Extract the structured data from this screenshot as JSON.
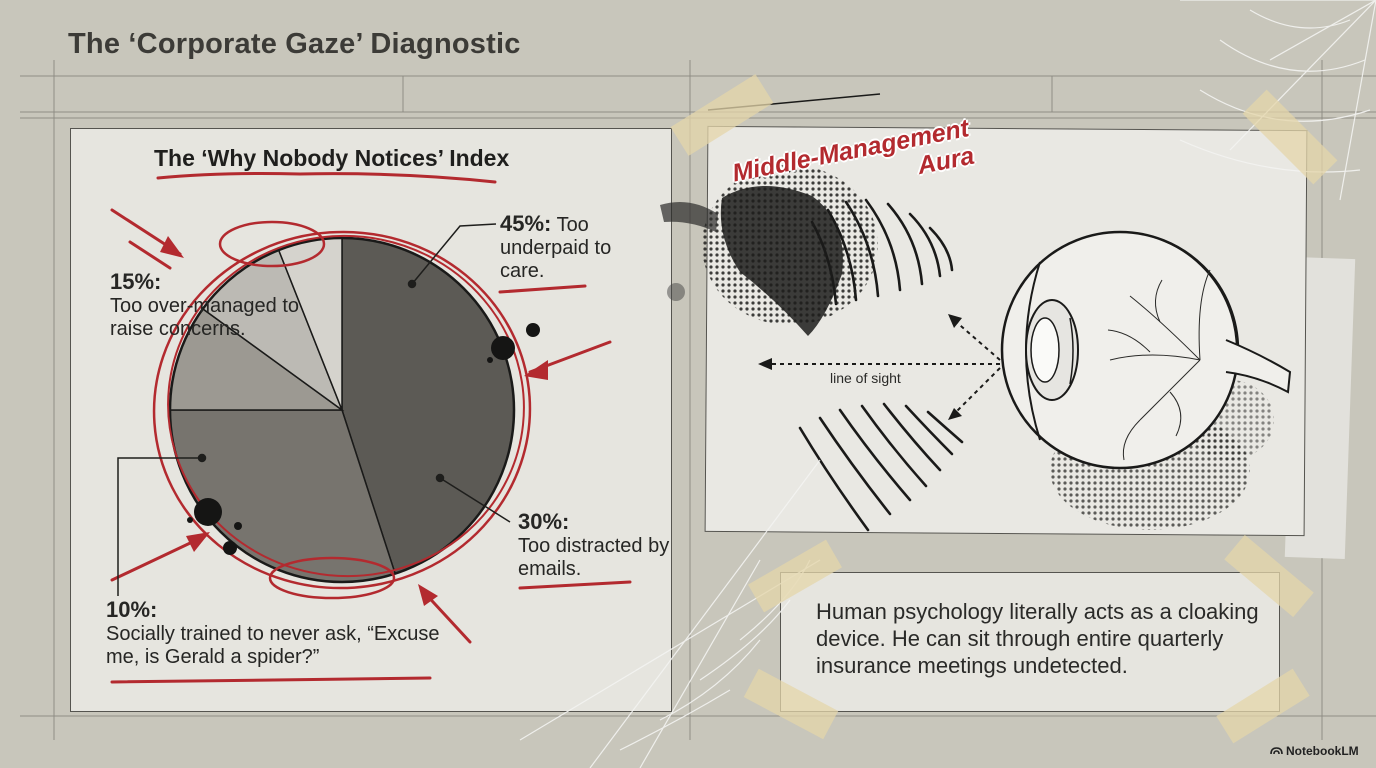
{
  "page": {
    "title": "The ‘Corporate Gaze’ Diagnostic",
    "brand": "NotebookLM"
  },
  "colors": {
    "background": "#c8c6bb",
    "panel": "#e6e5df",
    "accent_red": "#b32a2f",
    "ink": "#262624"
  },
  "chart_data": {
    "type": "pie",
    "title": "The ‘Why Nobody Notices’ Index",
    "slices": [
      {
        "value": 45,
        "label_value": "45%:",
        "label_text": "Too underpaid to care.",
        "color": "#5c5a55"
      },
      {
        "value": 30,
        "label_value": "30%:",
        "label_text": "Too distracted by emails.",
        "color": "#77746e"
      },
      {
        "value": 10,
        "label_value": "10%:",
        "label_text": "Socially trained to never ask, “Excuse me, is Gerald a spider?”",
        "color": "#9c9992"
      },
      {
        "value": 15,
        "label_value": "15%:",
        "label_text": "Too over-managed to raise concerns.",
        "color": "#bcbab4"
      }
    ],
    "extra_slice_color": "#d5d3cd"
  },
  "diagram": {
    "aura_label": "Middle-Management\nAura",
    "sight_label": "line of sight",
    "icons": [
      "eye-icon",
      "spider-silhouette-icon",
      "cobweb-icon",
      "ink-splatter-icon"
    ]
  },
  "callout": {
    "text": "Human psychology literally acts as a cloaking device. He can sit through entire quarterly insurance meetings undetected."
  }
}
